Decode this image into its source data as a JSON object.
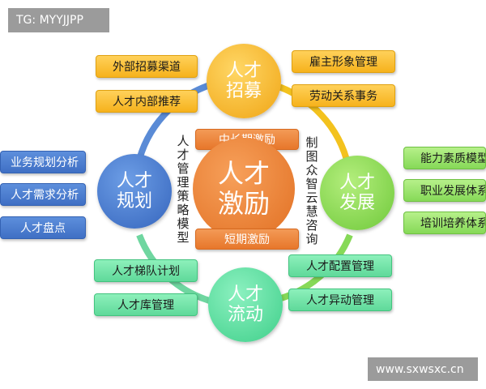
{
  "watermarks": {
    "top_left": "TG: MYYJJPP",
    "bottom_right": "www.sxwsxc.cn"
  },
  "center": {
    "line1": "人才",
    "line2": "激励",
    "upper_label": "中长期激励",
    "lower_label": "短期激励"
  },
  "strategy_text": "人才管理策略模型",
  "consult_text": "制图众智云慧咨询",
  "recruit": {
    "line1": "人才",
    "line2": "招募",
    "left_items": [
      "外部招募渠道",
      "人才内部推荐"
    ],
    "right_items": [
      "雇主形象管理",
      "劳动关系事务"
    ]
  },
  "planning": {
    "line1": "人才",
    "line2": "规划",
    "items": [
      "业务规划分析",
      "人才需求分析",
      "人才盘点"
    ]
  },
  "development": {
    "line1": "人才",
    "line2": "发展",
    "items": [
      "能力素质模型",
      "职业发展体系",
      "培训培养体系"
    ]
  },
  "flow": {
    "line1": "人才",
    "line2": "流动",
    "left_items": [
      "人才梯队计划",
      "人才库管理"
    ],
    "right_items": [
      "人才配置管理",
      "人才异动管理"
    ]
  },
  "colors": {
    "recruit": "#f6b21c",
    "planning": "#3f6fc4",
    "development": "#86d957",
    "flow": "#5fd99a",
    "center": "#e7772b",
    "ring": "#f0c020"
  }
}
